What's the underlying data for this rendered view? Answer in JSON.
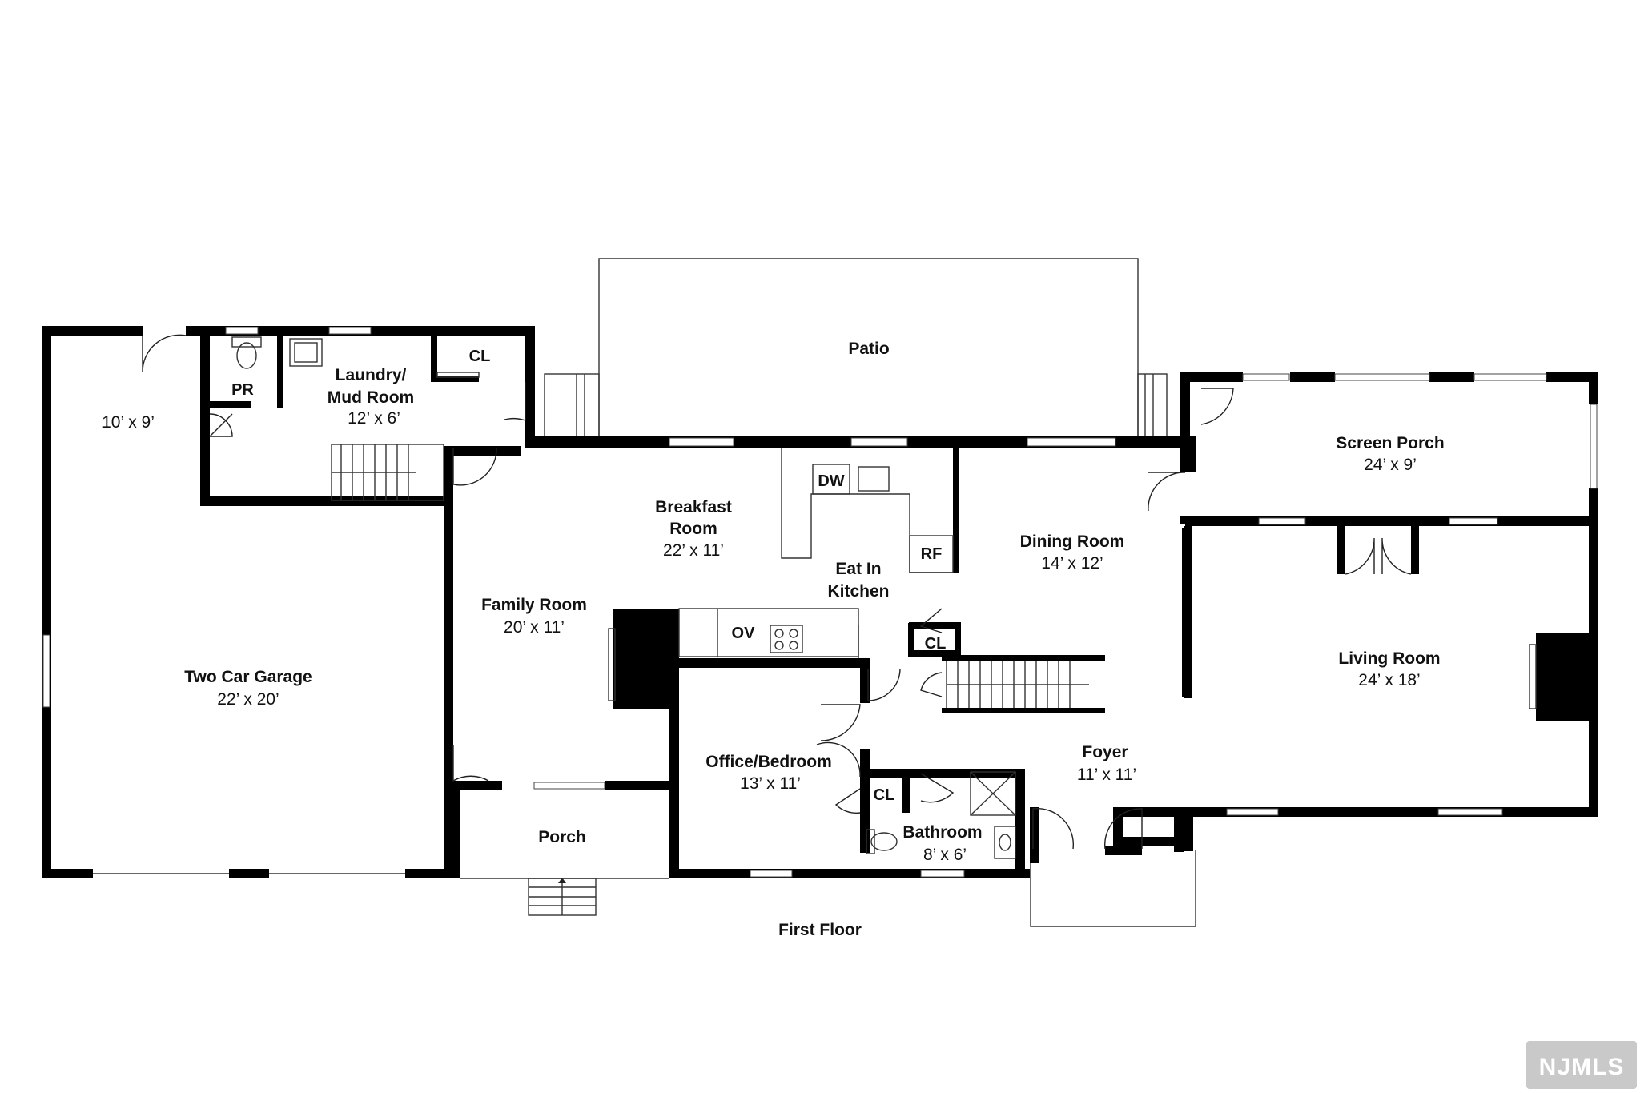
{
  "floor_title": "First Floor",
  "watermark": "NJMLS",
  "rooms": {
    "patio": {
      "name": "Patio"
    },
    "garage_nook": {
      "dims": "10’  x  9’"
    },
    "powder_room": {
      "name": "PR"
    },
    "laundry": {
      "name_line1": "Laundry/",
      "name_line2": "Mud Room",
      "dims": "12’  x  6’"
    },
    "laundry_closet": {
      "name": "CL"
    },
    "breakfast": {
      "name_line1": "Breakfast",
      "name_line2": "Room",
      "dims": "22’  x  11’"
    },
    "dishwasher": {
      "name": "DW"
    },
    "refrigerator": {
      "name": "RF"
    },
    "kitchen": {
      "name_line1": "Eat In",
      "name_line2": "Kitchen"
    },
    "dining": {
      "name": "Dining Room",
      "dims": "14’  x  12’"
    },
    "screen_porch": {
      "name": "Screen Porch",
      "dims": "24’  x  9’"
    },
    "family": {
      "name": "Family Room",
      "dims": "20’  x  11’"
    },
    "oven": {
      "name": "OV"
    },
    "hall_closet": {
      "name": "CL"
    },
    "living": {
      "name": "Living Room",
      "dims": "24’  x  18’"
    },
    "garage": {
      "name": "Two Car Garage",
      "dims": "22’  x  20’"
    },
    "office": {
      "name": "Office/Bedroom",
      "dims": "13’  x  11’"
    },
    "office_closet": {
      "name": "CL"
    },
    "foyer": {
      "name": "Foyer",
      "dims": "11’  x  11’"
    },
    "bathroom": {
      "name": "Bathroom",
      "dims": "8’  x  6’"
    },
    "porch": {
      "name": "Porch"
    }
  }
}
